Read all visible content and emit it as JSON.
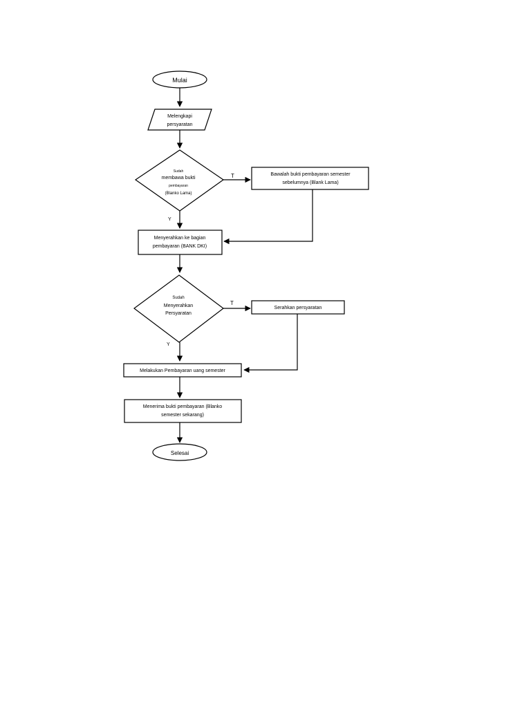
{
  "nodes": {
    "start": "Mulai",
    "input": [
      "Melengkapi",
      "persyaratan"
    ],
    "decision1": [
      "Sudah",
      "membawa bukti",
      "pembayaran",
      "(Blanko Lama)"
    ],
    "process_bring": [
      "Bawalah bukti pembayaran  semester",
      "sebelumnya (Blank Lama)"
    ],
    "process_submit": [
      "Menyerahkan ke bagian",
      "pembayaran (BANK DKI)"
    ],
    "decision2": [
      "Sudah",
      "Menyerahkan",
      "Persyaratan"
    ],
    "process_hand": [
      "Serahkan persyaratan"
    ],
    "process_pay": [
      "Melakukan Pembayaran uang  semester"
    ],
    "process_receive": [
      "Menerima bukti  pembayaran (Blanko",
      "semester sekarang)"
    ],
    "end": "Selesai"
  },
  "labels": {
    "d1_no": "T",
    "d1_yes": "Y",
    "d2_no": "T",
    "d2_yes": "Y"
  }
}
